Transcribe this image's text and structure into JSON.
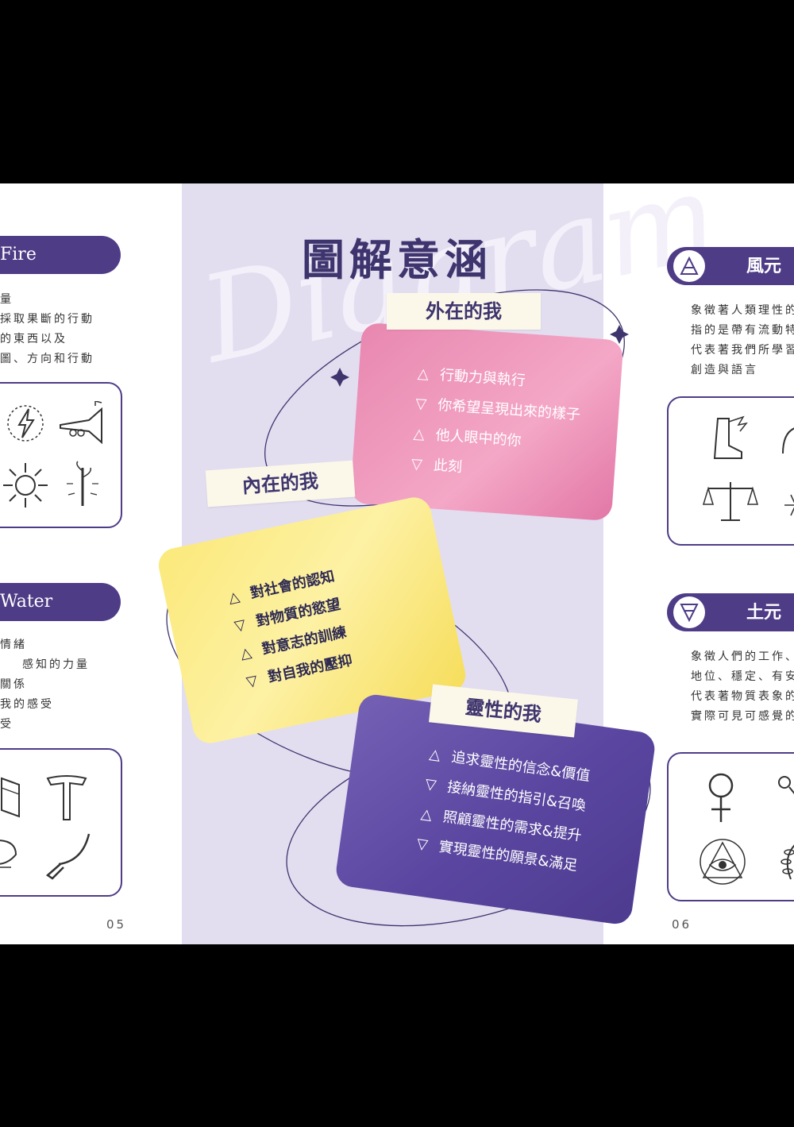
{
  "main_title": "圖解意涵",
  "watermark": "Diagram",
  "left_page": {
    "fire": {
      "label": "Fire",
      "lines": [
        "量",
        "採取果斷的行動",
        "的東西以及",
        "圖、方向和行動"
      ]
    },
    "water": {
      "label": "Water",
      "lines": [
        "情緒",
        "感知的力量",
        "關係",
        "我的感受",
        "受"
      ]
    },
    "page_number": "05"
  },
  "center": {
    "outer_self": {
      "label": "外在的我",
      "items": [
        {
          "symbol": "fire",
          "text": "行動力與執行"
        },
        {
          "symbol": "water",
          "text": "你希望呈現出來的樣子"
        },
        {
          "symbol": "air",
          "text": "他人眼中的你"
        },
        {
          "symbol": "earth",
          "text": "此刻"
        }
      ]
    },
    "inner_self": {
      "label": "內在的我",
      "items": [
        {
          "symbol": "fire",
          "text": "對社會的認知"
        },
        {
          "symbol": "water",
          "text": "對物質的慾望"
        },
        {
          "symbol": "air",
          "text": "對意志的訓練"
        },
        {
          "symbol": "earth",
          "text": "對自我的壓抑"
        }
      ]
    },
    "spiritual_self": {
      "label": "靈性的我",
      "items": [
        {
          "symbol": "fire",
          "text": "追求靈性的信念&價值"
        },
        {
          "symbol": "water",
          "text": "接納靈性的指引&召喚"
        },
        {
          "symbol": "air",
          "text": "照顧靈性的需求&提升"
        },
        {
          "symbol": "earth",
          "text": "實現靈性的願景&滿足"
        }
      ]
    }
  },
  "right_page": {
    "air": {
      "label": "風元素",
      "lines": [
        "象徵著人類理性的",
        "指的是帶有流動特",
        "代表著我們所學習",
        "創造與語言"
      ]
    },
    "earth": {
      "label": "土元素",
      "lines": [
        "象徵人們的工作、",
        "地位、穩定、有安全",
        "代表著物質表象的",
        "實際可見可感覺的"
      ]
    },
    "page_number": "06"
  },
  "colors": {
    "accent": "#4f3c87",
    "title": "#3f356e",
    "center_bg": "#e3ddf0",
    "pink_card": "#e57fa8",
    "yellow_card": "#f7e46a",
    "purple_card": "#5a46a0"
  }
}
